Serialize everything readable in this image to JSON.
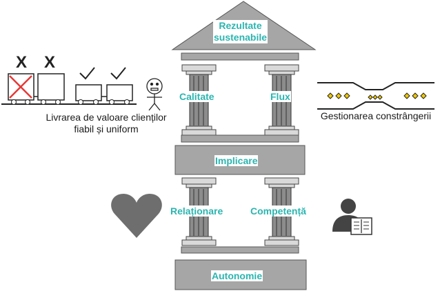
{
  "temple": {
    "roof_line1": "Rezultate",
    "roof_line2": "sustenabile",
    "upper_pillars": [
      "Calitate",
      "Flux"
    ],
    "middle_beam": "Implicare",
    "lower_pillars": [
      "Relaționare",
      "Competență"
    ],
    "base": "Autonomie"
  },
  "left_panel": {
    "line1": "Livrarea de valoare clienților",
    "line2": "fiabil și uniform",
    "wagon_marks": [
      "X",
      "X"
    ]
  },
  "right_panel": {
    "caption": "Gestionarea constrângerii"
  },
  "icons": [
    "rejected-wagon-icon",
    "wagon-icon",
    "checked-wagon-icon",
    "customer-face-icon",
    "bottleneck-pipe-icon",
    "heart-icon",
    "reader-person-icon"
  ],
  "colors": {
    "label": "#2ab5b0",
    "stone": "#a6a6a6",
    "pillar": "#8c8c8c",
    "outline": "#3a3a3a",
    "reject": "#e53935"
  }
}
